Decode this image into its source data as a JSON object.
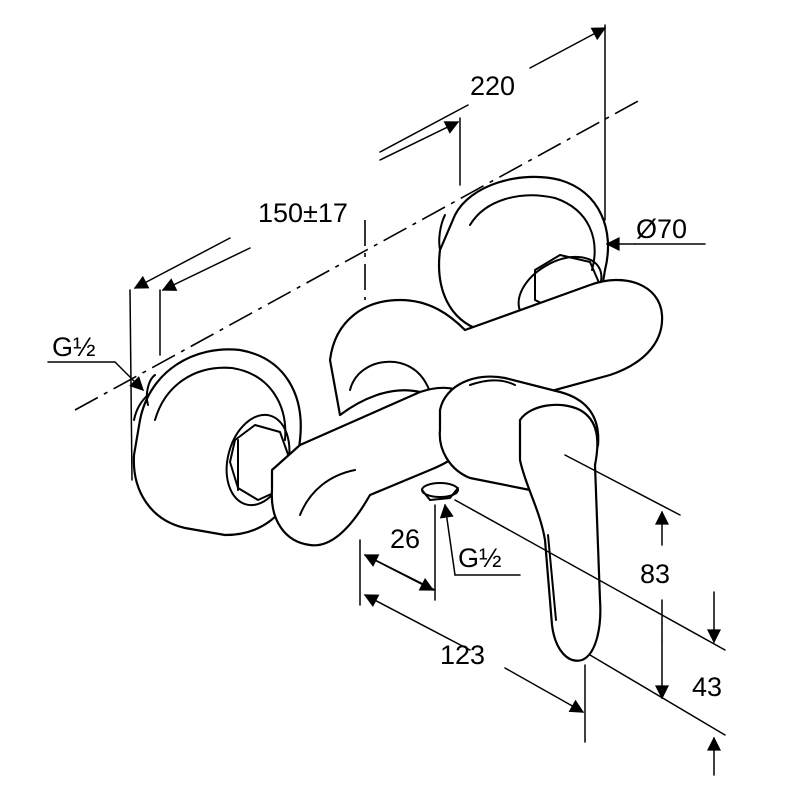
{
  "dimensions": {
    "overall_width": "220",
    "centre_distance": "150±17",
    "rosette_diameter": "Ø70",
    "inlet_thread": "G½",
    "outlet_thread": "G½",
    "outlet_offset": "26",
    "lever_reach": "123",
    "lever_height": "83",
    "outlet_height": "43"
  }
}
